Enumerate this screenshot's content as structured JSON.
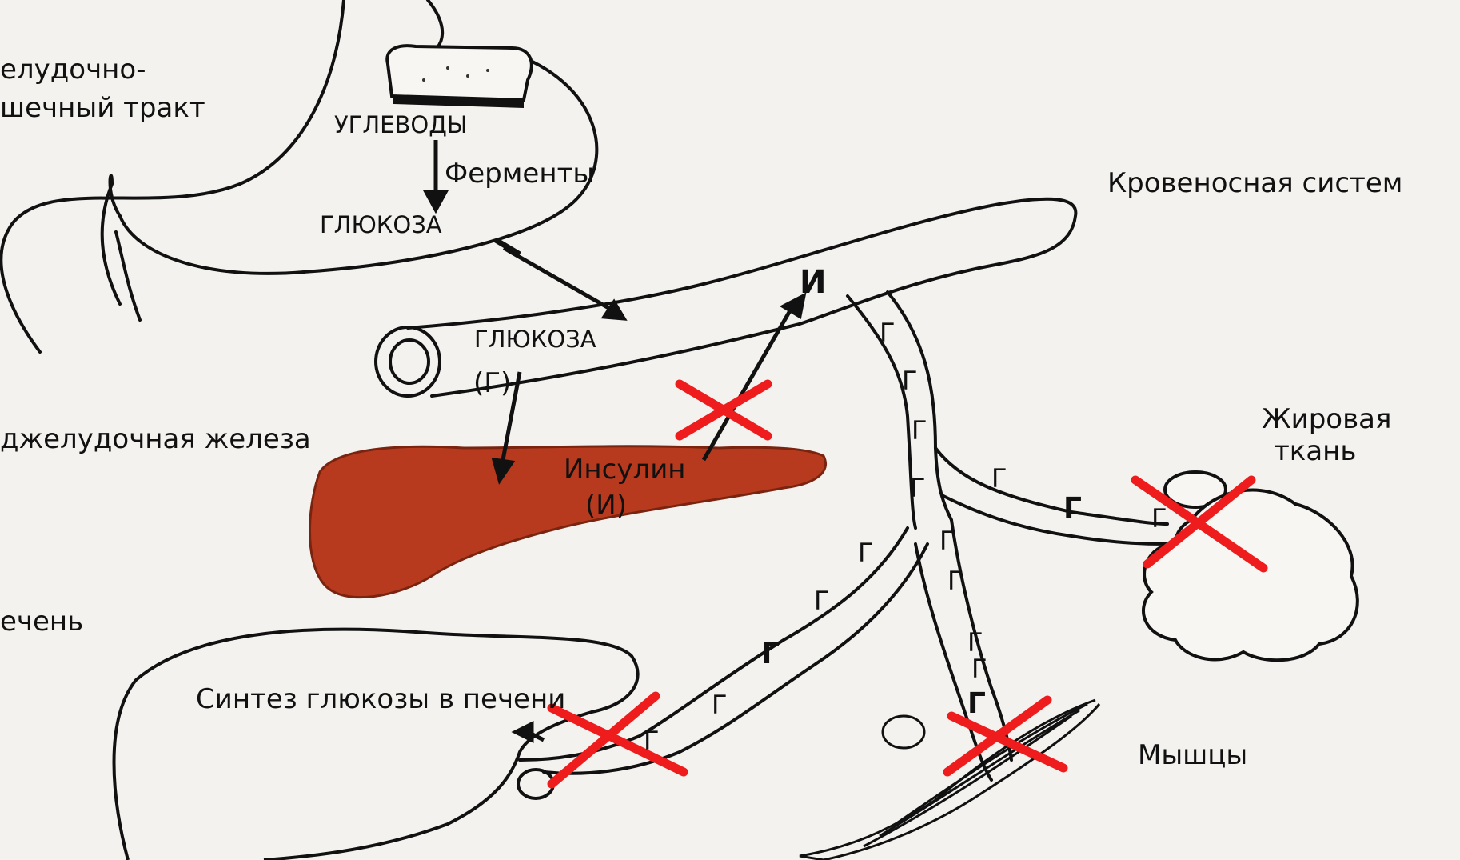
{
  "labels": {
    "git_line1": "елудочно-",
    "git_line2": "шечный тракт",
    "carbs": "УГЛЕВОДЫ",
    "enzymes": "Ферменты",
    "glucose_top": "ГЛЮКОЗА",
    "glucose_vessel": "ГЛЮКОЗА",
    "glucose_g": "(Г)",
    "bloodstream": "Кровеносная систем",
    "insulin_short": "И",
    "pancreas": "джелудочная железа",
    "insulin": "Инсулин",
    "insulin_abbr": "(И)",
    "fat_line1": "Жировая",
    "fat_line2": "ткань",
    "liver": "ечень",
    "liver_synthesis": "Синтез глюкозы в печени",
    "muscles": "Мышцы",
    "g": "Г"
  },
  "colors": {
    "pancreas": "#b83a1e",
    "cross": "#ee1c1c",
    "ink": "#111111",
    "paper": "#f3f2ef"
  },
  "blocked_targets": [
    "insulin-release",
    "fat-tissue",
    "liver",
    "muscles"
  ]
}
